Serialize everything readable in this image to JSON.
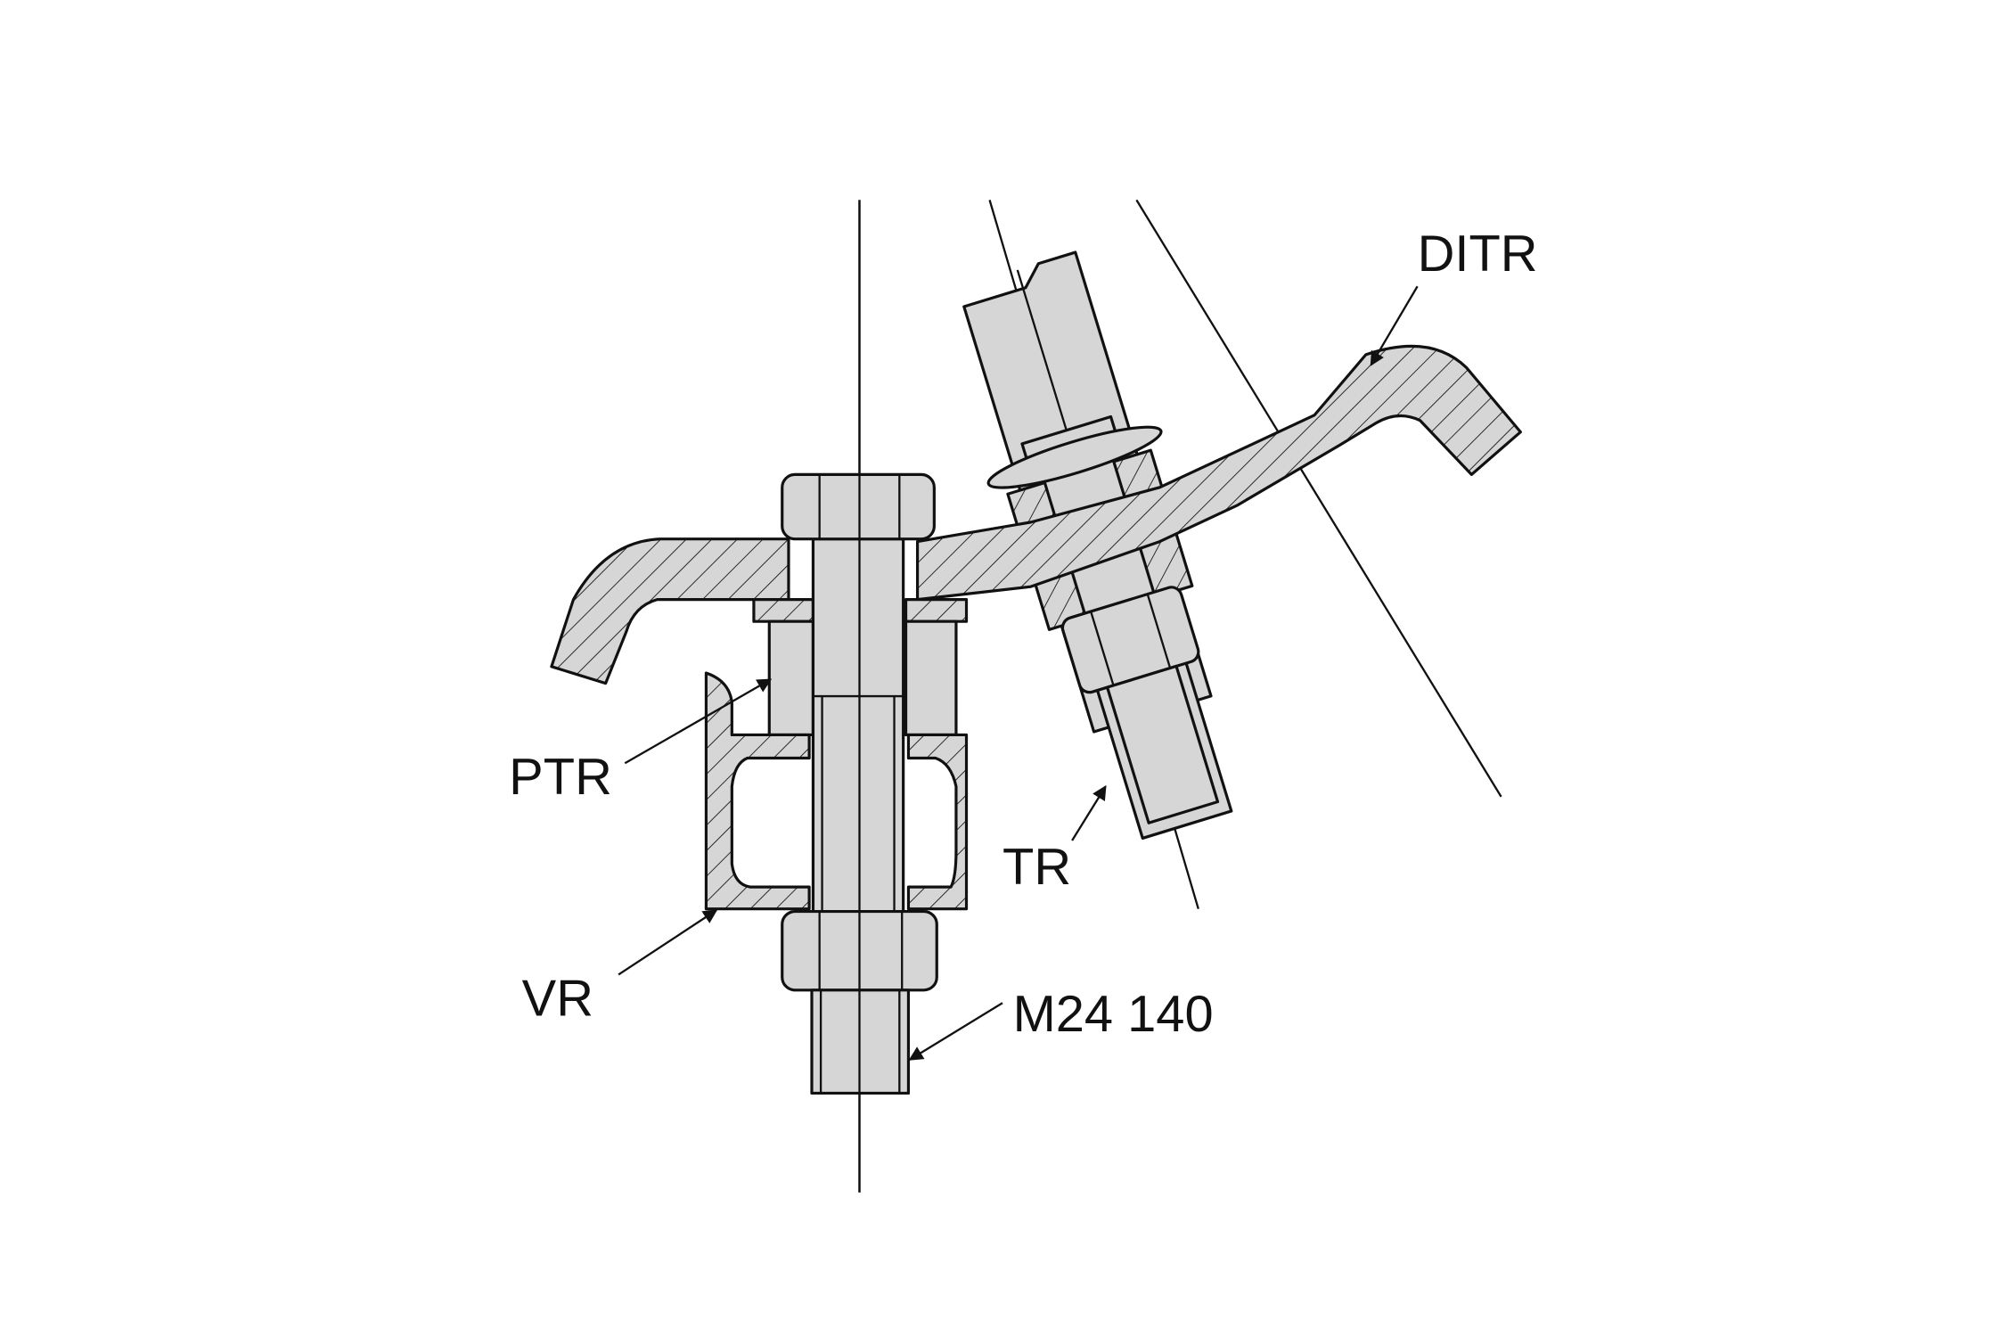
{
  "labels": {
    "ditr": "DITR",
    "ptr": "PTR",
    "tr": "TR",
    "vr": "VR",
    "bolt": "M24 140"
  },
  "colors": {
    "part_fill": "#d6d6d6",
    "line": "#111111",
    "background": "#ffffff"
  }
}
